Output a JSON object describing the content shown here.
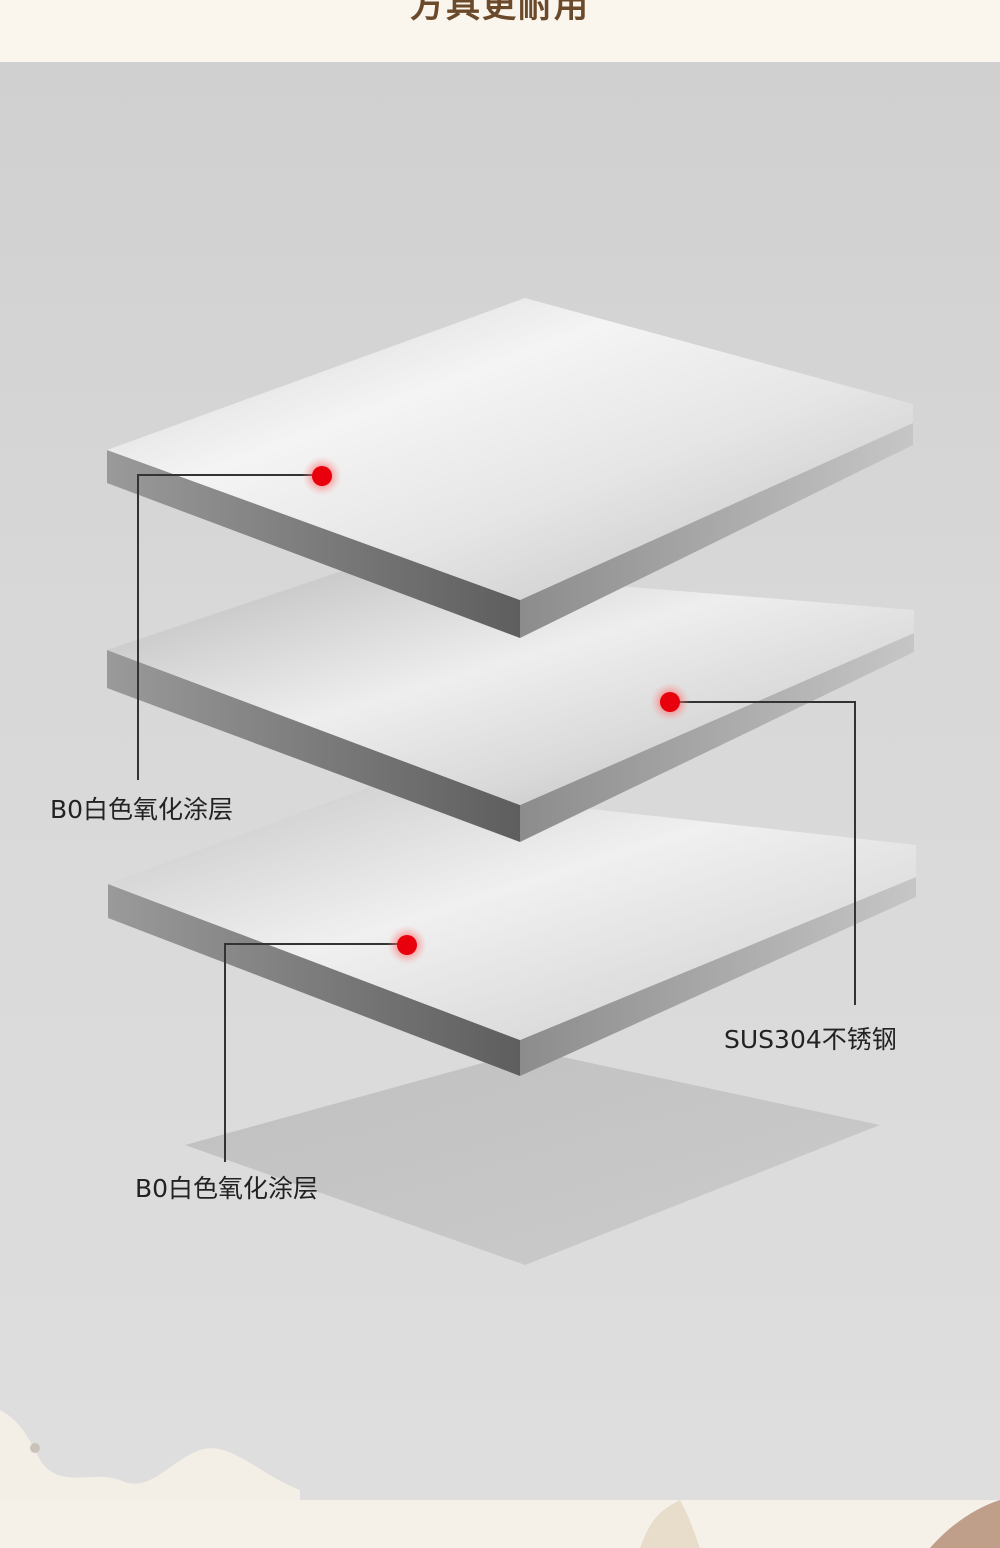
{
  "header": {
    "title": "方具更耐用"
  },
  "layers": [
    {
      "name": "top-layer",
      "label": "B0白色氧化涂层"
    },
    {
      "name": "middle-layer",
      "label": "SUS304不锈钢"
    },
    {
      "name": "bottom-layer",
      "label": "B0白色氧化涂层"
    }
  ],
  "colors": {
    "marker": "#e8000d",
    "leader_line": "#333333",
    "background": "#d6d6d6",
    "header_bg": "#faf5ed"
  }
}
